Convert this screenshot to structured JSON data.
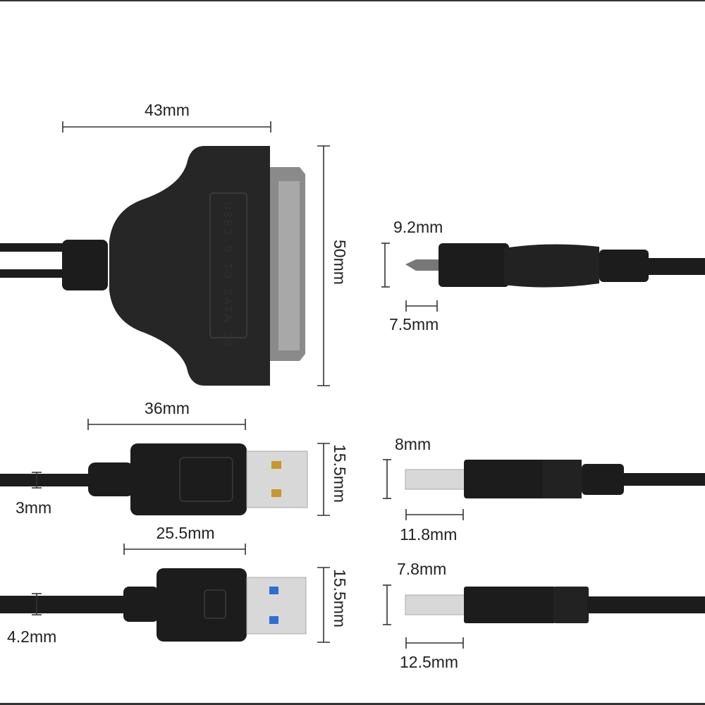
{
  "sata_adapter": {
    "width": "43mm",
    "height": "50mm",
    "embossed_text": "USB3.0 TO SATA 3G"
  },
  "micro_connector": {
    "height": "9.2mm",
    "tip_length": "7.5mm"
  },
  "usb2_a": {
    "length": "36mm",
    "height": "15.5mm",
    "cable": "3mm"
  },
  "usb2_end": {
    "height": "8mm",
    "tip_length": "11.8mm"
  },
  "usb3_a": {
    "length": "25.5mm",
    "height": "15.5mm",
    "cable": "4.2mm"
  },
  "usb3_end": {
    "height": "7.8mm",
    "tip_length": "12.5mm"
  },
  "colors": {
    "connector": "#1c1c1c",
    "metal": "#d8d8d8",
    "usb3_blue": "#2a6fd1",
    "contact_gold": "#c8962e"
  }
}
